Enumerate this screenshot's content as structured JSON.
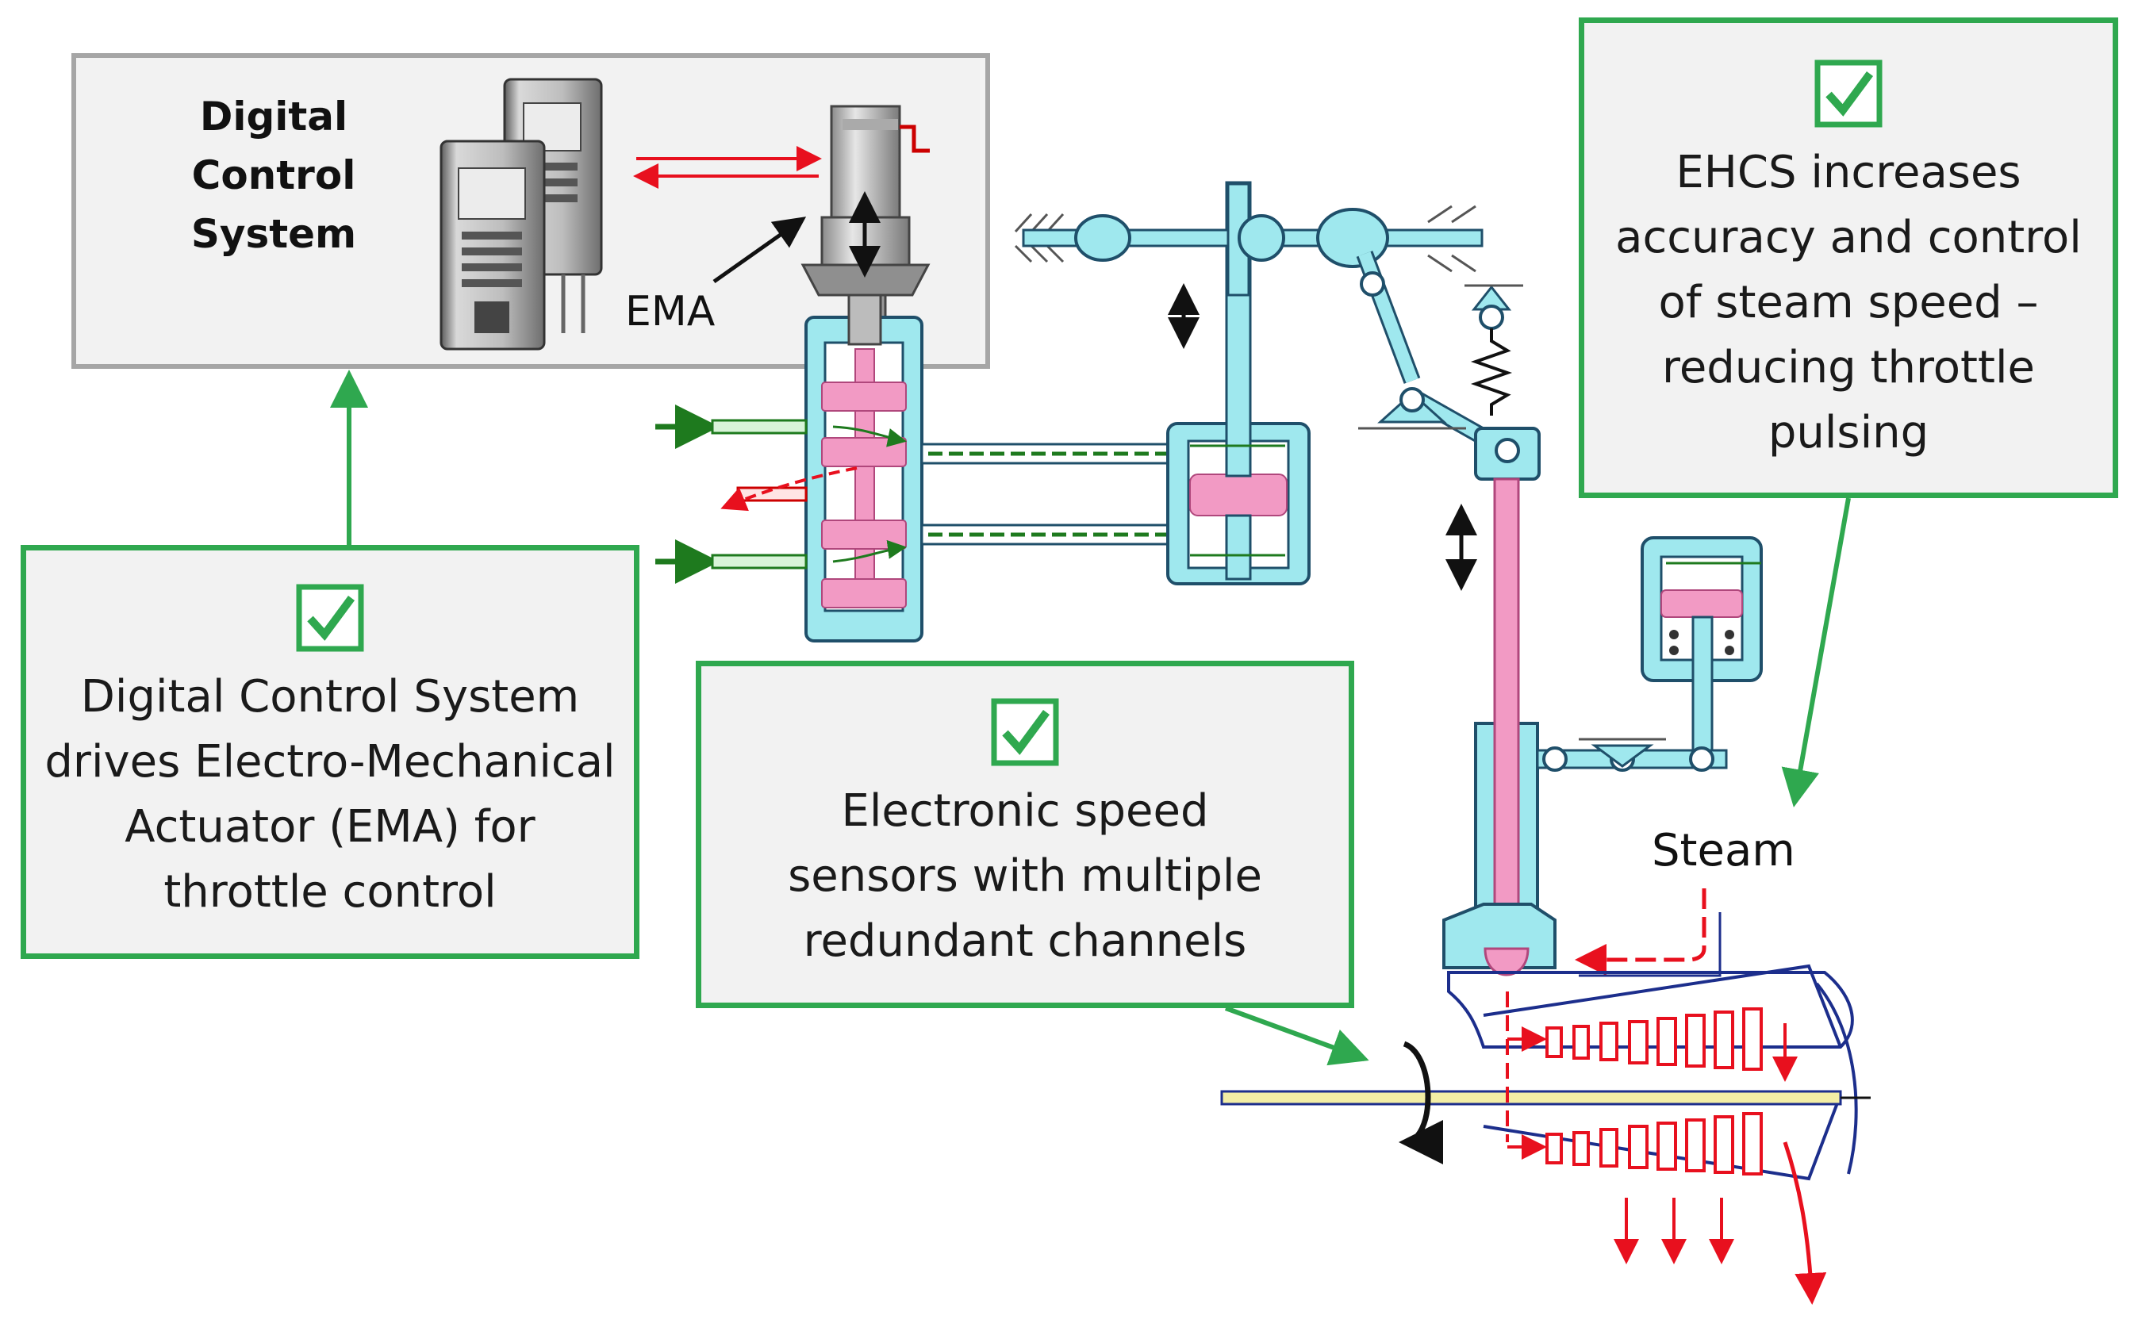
{
  "labels": {
    "dcs_title": "Digital Control System",
    "ema": "EMA",
    "steam": "Steam"
  },
  "callouts": {
    "dcs": "Digital Control System drives Electro-Mechanical Actuator (EMA) for throttle control",
    "sensors": "Electronic speed sensors with multiple redundant channels",
    "ehcs": "EHCS increases accuracy and control of steam speed – reducing throttle pulsing"
  },
  "colors": {
    "callout_border": "#2fa84f",
    "callout_fill": "#f2f2f2",
    "hydraulic_body": "#9fe8ee",
    "piston": "#f29ac4",
    "steam_flow": "#e8101e",
    "oil_flow": "#1e7a1e",
    "shaft": "#f3eea5",
    "casing": "#1c2e8c"
  },
  "icons": [
    "check-box-icon",
    "server-cabinet-icon",
    "ema-actuator-icon",
    "rotation-arrow-icon"
  ]
}
